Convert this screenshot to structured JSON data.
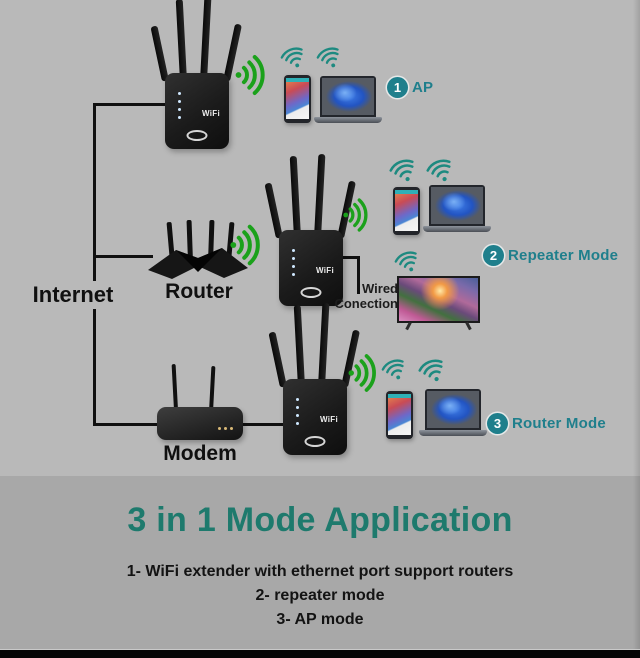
{
  "diagram": {
    "internet_label": "Internet",
    "router_label": "Router",
    "modem_label": "Modem",
    "wired_label_line1": "Wired",
    "wired_label_line2": "Conection",
    "repeater_device_label": "WiFi",
    "modes": [
      {
        "num": "1",
        "label": "AP"
      },
      {
        "num": "2",
        "label": "Repeater Mode"
      },
      {
        "num": "3",
        "label": "Router Mode"
      }
    ]
  },
  "footer": {
    "title": "3 in 1 Mode Application",
    "lines": [
      "1- WiFi extender with ethernet port support routers",
      "2- repeater mode",
      "3- AP mode"
    ]
  },
  "icons": {
    "wifi_signal_green": "green radiating wifi waves",
    "wifi_small_teal": "small teal wifi fan",
    "devices": [
      "wifi-repeater",
      "router",
      "modem",
      "smartphone",
      "laptop",
      "tv"
    ]
  },
  "colors": {
    "accent_teal": "#1f7f8c",
    "title_teal": "#1e7a6d",
    "signal_green": "#1ba11b",
    "bg_top": "#b9b9b9",
    "bg_bottom": "#a8a8a8",
    "bottom_bar": "#060606"
  }
}
